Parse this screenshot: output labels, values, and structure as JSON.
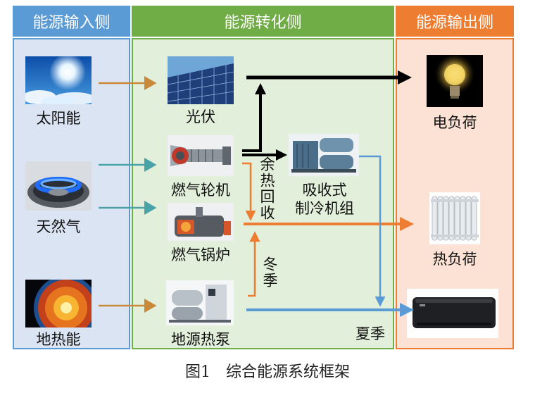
{
  "headers": {
    "input": "能源输入侧",
    "conversion": "能源转化侧",
    "output": "能源输出侧"
  },
  "inputs": {
    "solar": "太阳能",
    "gas": "天然气",
    "geo": "地热能"
  },
  "conversion": {
    "pv": "光伏",
    "turbine": "燃气轮机",
    "boiler": "燃气锅炉",
    "heatpump": "地源热泵",
    "chiller_line1": "吸收式",
    "chiller_line2": "制冷机组"
  },
  "notes": {
    "waste_heat": "余热回收",
    "winter": "冬季",
    "summer": "夏季"
  },
  "outputs": {
    "electric": "电负荷",
    "heat": "热负荷"
  },
  "caption": "图1　综合能源系统框架",
  "colors": {
    "input_header": "#5b9bd5",
    "input_panel": "#dae4f2",
    "conversion_header": "#70ad47",
    "conversion_panel": "#e2efda",
    "output_header": "#ed7d31",
    "output_panel": "#fbe2d5",
    "electric_flow": "#000000",
    "heat_flow": "#ed7d31",
    "cold_flow": "#5b9bd5",
    "gas_flow": "#4aa3a8",
    "input_flow": "#c8893a"
  }
}
